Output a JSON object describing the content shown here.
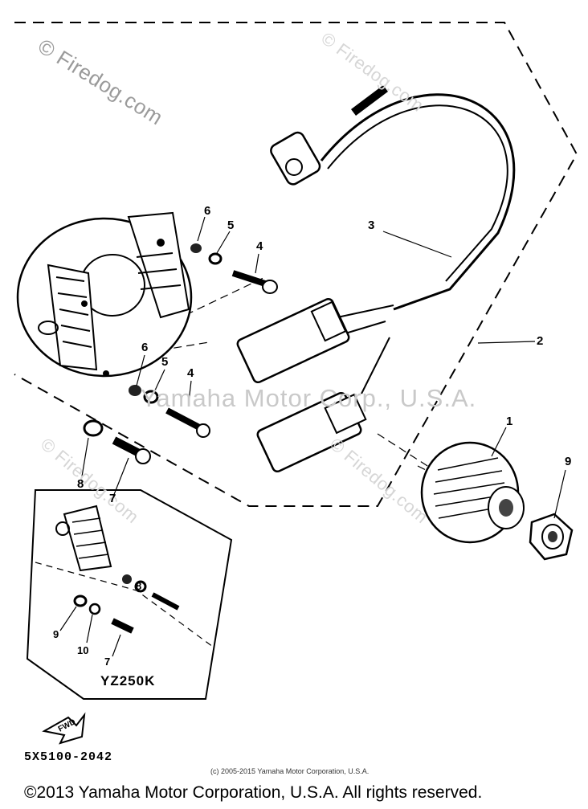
{
  "watermarks": {
    "top_left": "© Firedog.com",
    "repeat": "© Firedog.com",
    "center": "Yamaha Motor Corp., U.S.A."
  },
  "callouts": {
    "c1": "1",
    "c2": "2",
    "c3": "3",
    "c4a": "4",
    "c4b": "4",
    "c5a": "5",
    "c5b": "5",
    "c6a": "6",
    "c6b": "6",
    "c7a": "7",
    "c7b": "7",
    "c8a": "8",
    "c8b": "8",
    "c9a": "9",
    "c9b": "9",
    "c10": "10"
  },
  "inset_model": "YZ250K",
  "fwd_label": "FWD",
  "part_number": "5X5100-2042",
  "copyright_small": "(c) 2005-2015 Yamaha Motor Corporation, U.S.A.",
  "copyright_main": "©2013 Yamaha Motor Corporation, U.S.A. All rights reserved."
}
